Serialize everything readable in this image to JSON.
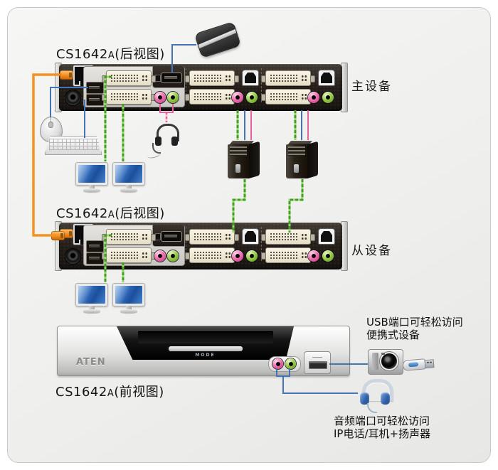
{
  "colors": {
    "orange": "#f6921e",
    "blue": "#4473b7",
    "pink": "#ed5f9e",
    "pink_light": "#f8b9d4",
    "green": "#3f9f22",
    "green_light": "#94d468"
  },
  "master_section": {
    "title_model": "CS1642",
    "title_rev": "A",
    "title_view": "(后视图)",
    "device_label": "主设备"
  },
  "slave_section": {
    "title_model": "CS1642",
    "title_rev": "A",
    "title_view": "(后视图)",
    "device_label": "从设备"
  },
  "front_section": {
    "title_model": "CS1642",
    "title_rev": "A",
    "title_view": "(前视图)",
    "brand": "ATEN",
    "mode_label": "MODE"
  },
  "annotations": {
    "usb_line1": "USB端口可轻松访问",
    "usb_line2": "便携式设备",
    "audio_line1": "音频端口可轻松访问",
    "audio_line2": "IP电话/耳机+扬声器"
  },
  "icons": {
    "portable-drive-icon": "css-shape",
    "mouse-icon": "css-shape",
    "keyboard-icon": "css-shape",
    "monitor-icon": "css-shape",
    "headset-icon": "css-shape",
    "computer-tower-icon": "css-shape",
    "camera-icon": "css-shape",
    "usb-flash-drive-icon": "css-shape",
    "headphones-icon": "css-shape"
  }
}
